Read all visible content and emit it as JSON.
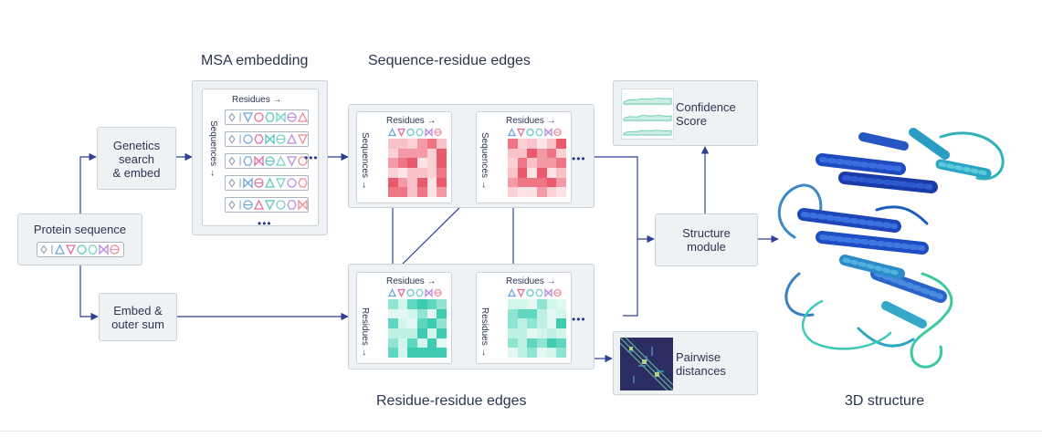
{
  "titles": {
    "msa_embedding": "MSA embedding",
    "seq_res_edges": "Sequence-residue edges",
    "res_res_edges": "Residue-residue edges",
    "structure_3d": "3D structure"
  },
  "nodes": {
    "protein_sequence": "Protein sequence",
    "genetics": "Genetics\nsearch\n& embed",
    "embed_outer": "Embed &\nouter sum",
    "structure_module": "Structure\nmodule",
    "confidence": "Confidence\nScore",
    "pairwise": "Pairwise\ndistances"
  },
  "axis": {
    "residues": "Residues →",
    "sequences": "Sequences →",
    "residues_vertical": "Residues →"
  },
  "ellipsis": "•••",
  "colors": {
    "arrow": "#2e3f96",
    "box_fill": "#eff2f4",
    "box_border": "#c9d1d9",
    "text": "#2a3550"
  },
  "icons": {
    "residue_glyphs": [
      "triangle-up",
      "triangle-down",
      "circle",
      "hexagon",
      "bowtie",
      "capsule"
    ],
    "residue_glyph_colors": [
      "#6aa7e0",
      "#e86aa0",
      "#55c8c0",
      "#7ad0c8",
      "#b98be0",
      "#f08a9a"
    ]
  }
}
